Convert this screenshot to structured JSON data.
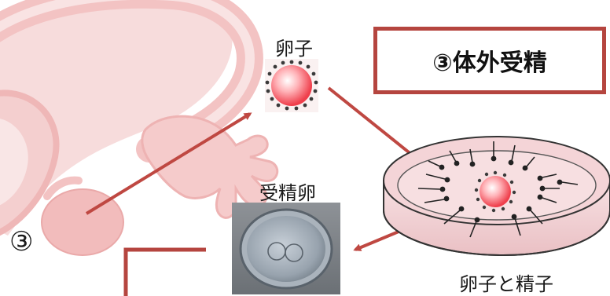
{
  "labels": {
    "egg": "卵子",
    "zygote": "受精卵",
    "dish": "卵子と精子",
    "step_number": "③"
  },
  "title": "③体外受精",
  "colors": {
    "anatomy": "#f5cccc",
    "anatomy_edge": "#f0b7b7",
    "arrow": "#bf4842",
    "egg_core": "#ff5c66",
    "dish_fill": "#f6d3d6",
    "title_border": "#b5453f"
  }
}
